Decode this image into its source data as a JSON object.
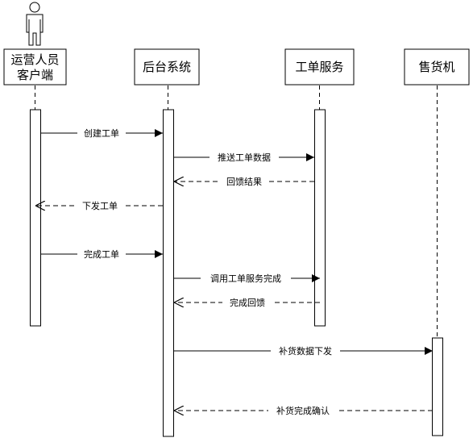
{
  "participants": [
    {
      "id": "client",
      "label_lines": [
        "运营人员",
        "客户端"
      ],
      "is_actor": true
    },
    {
      "id": "backend",
      "label_lines": [
        "后台系统"
      ],
      "is_actor": false
    },
    {
      "id": "workorder",
      "label_lines": [
        "工单服务"
      ],
      "is_actor": false
    },
    {
      "id": "vending",
      "label_lines": [
        "售货机"
      ],
      "is_actor": false
    }
  ],
  "messages": [
    {
      "from": "client",
      "to": "backend",
      "label": "创建工单",
      "kind": "sync"
    },
    {
      "from": "backend",
      "to": "workorder",
      "label": "推送工单数据",
      "kind": "sync"
    },
    {
      "from": "workorder",
      "to": "backend",
      "label": "回馈结果",
      "kind": "return"
    },
    {
      "from": "backend",
      "to": "client",
      "label": "下发工单",
      "kind": "return"
    },
    {
      "from": "client",
      "to": "backend",
      "label": "完成工单",
      "kind": "sync"
    },
    {
      "from": "backend",
      "to": "workorder",
      "label": "调用工单服务完成",
      "kind": "sync"
    },
    {
      "from": "workorder",
      "to": "backend",
      "label": "完成回馈",
      "kind": "return"
    },
    {
      "from": "backend",
      "to": "vending",
      "label": "补货数据下发",
      "kind": "sync"
    },
    {
      "from": "vending",
      "to": "backend",
      "label": "补货完成确认",
      "kind": "return"
    }
  ]
}
